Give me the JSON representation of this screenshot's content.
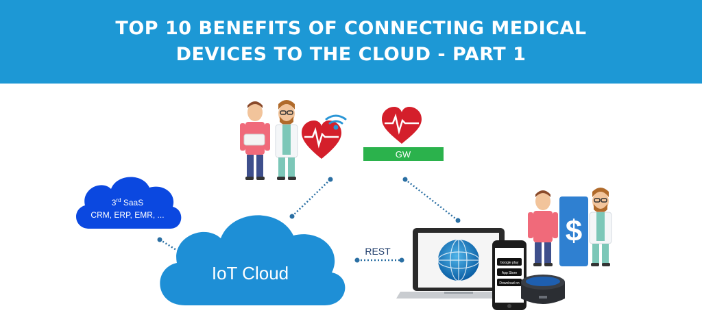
{
  "banner": {
    "line1": "TOP 10 BENEFITS OF CONNECTING MEDICAL",
    "line2": "DEVICES TO THE CLOUD - PART 1",
    "color": "#1d98d5"
  },
  "diagram": {
    "iot_cloud_label": "IoT Cloud",
    "saas_cloud": {
      "line1_num": "3",
      "line1_sup": "rd",
      "line1_rest": " SaaS",
      "line2": "CRM, ERP, EMR, ..."
    },
    "gateway_label": "GW",
    "rest_label": "REST",
    "app_store_badges": [
      "Google play",
      "App Store",
      "Download on"
    ],
    "dollar_symbol": "$",
    "icons": [
      "patient-icon",
      "doctor-icon",
      "heart-monitor-icon",
      "wifi-icon",
      "gateway-icon",
      "laptop-icon",
      "globe-icon",
      "smartphone-icon",
      "smart-speaker-icon",
      "payment-icon"
    ],
    "colors": {
      "iot_cloud": "#1e8fd6",
      "saas_cloud": "#0b48e0",
      "gateway": "#2bb24c",
      "heart": "#d41f2b",
      "connector": "#2a6fa3"
    }
  }
}
